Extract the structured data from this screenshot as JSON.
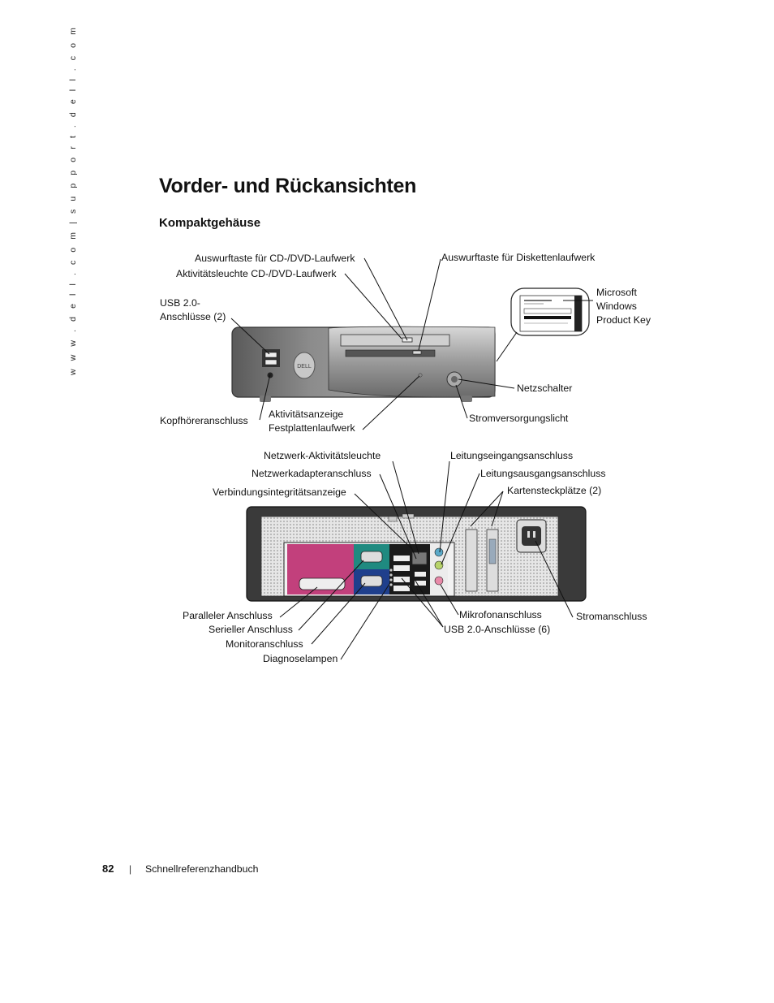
{
  "side_url": "w w w . d e l l . c o m  |  s u p p o r t . d e l l . c o m",
  "title": "Vorder- und Rückansichten",
  "subtitle": "Kompaktgehäuse",
  "front_labels": {
    "cd_eject": "Auswurftaste für CD-/DVD-Laufwerk",
    "cd_activity": "Aktivitätsleuchte CD-/DVD-Laufwerk",
    "floppy_eject": "Auswurftaste für Diskettenlaufwerk",
    "usb_front": "USB 2.0-\nAnschlüsse (2)",
    "product_key": "Microsoft\nWindows\nProduct Key",
    "power_button": "Netzschalter",
    "headphone": "Kopfhöreranschluss",
    "hdd_activity": "Aktivitätsanzeige\nFestplattenlaufwerk",
    "power_light": "Stromversorgungslicht"
  },
  "back_labels": {
    "network_activity": "Netzwerk-Aktivitätsleuchte",
    "network_adapter": "Netzwerkadapteranschluss",
    "link_integrity": "Verbindungsintegritätsanzeige",
    "line_in": "Leitungseingangsanschluss",
    "line_out": "Leitungsausgangsanschluss",
    "card_slots": "Kartensteckplätze (2)",
    "parallel": "Paralleler Anschluss",
    "serial": "Serieller Anschluss",
    "monitor": "Monitoranschluss",
    "diagnostic": "Diagnoselampen",
    "microphone": "Mikrofonanschluss",
    "usb_back": "USB 2.0-Anschlüsse (6)",
    "power_connector": "Stromanschluss"
  },
  "footer": {
    "page_number": "82",
    "separator": "|",
    "book_title": "Schnellreferenzhandbuch"
  },
  "colors": {
    "parallel_port": "#c2407c",
    "serial_port": "#1f8a80",
    "vga_port": "#1f3f8c",
    "line_in": "#5aa9c8",
    "line_out": "#b7d36a",
    "mic": "#e889a8"
  }
}
